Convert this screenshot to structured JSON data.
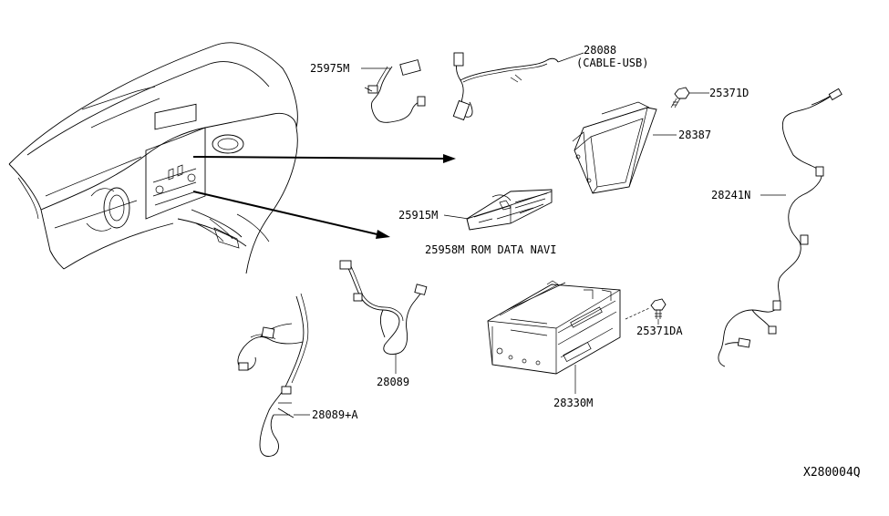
{
  "labels": {
    "p25975m": "25975M",
    "p28088": "28088",
    "p28088_desc": "(CABLE-USB)",
    "p25371d": "25371D",
    "p28387": "28387",
    "p28241n": "28241N",
    "p25915m": "25915M",
    "p25958m": "25958M ROM DATA NAVI",
    "p28089": "28089",
    "p28089a": "28089+A",
    "p25371da": "25371DA",
    "p28330m": "28330M"
  },
  "diagram_ref": "X280004Q"
}
